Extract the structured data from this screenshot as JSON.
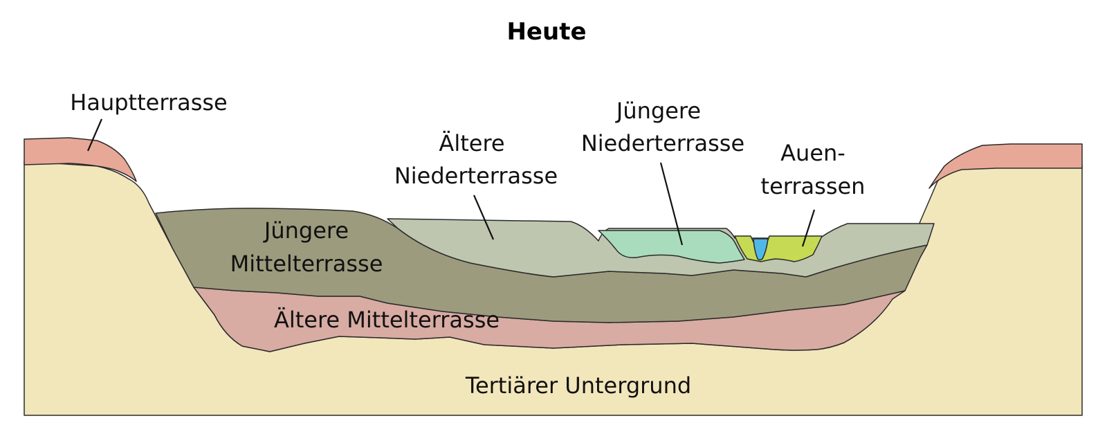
{
  "title": "Heute",
  "labels": {
    "hauptterrasse": "Hauptterrasse",
    "aeltere_nieder_1": "Ältere",
    "aeltere_nieder_2": "Niederterrasse",
    "juengere_nieder_1": "Jüngere",
    "juengere_nieder_2": "Niederterrasse",
    "auen_1": "Auen-",
    "auen_2": "terrassen",
    "juengere_mittel_1": "Jüngere",
    "juengere_mittel_2": "Mittelterrasse",
    "aeltere_mittel": "Ältere Mittelterrasse",
    "tertiaer": "Tertiärer Untergrund"
  },
  "colors": {
    "tertiaer": "#f2e6bb",
    "hauptterrasse": "#e8a898",
    "aeltere_mittel": "#d8aba3",
    "juengere_mittel": "#9c9b7e",
    "aeltere_nieder": "#bec6b0",
    "juengere_nieder": "#a9dcbc",
    "auen": "#c6da53",
    "river": "#4fb8e8"
  }
}
